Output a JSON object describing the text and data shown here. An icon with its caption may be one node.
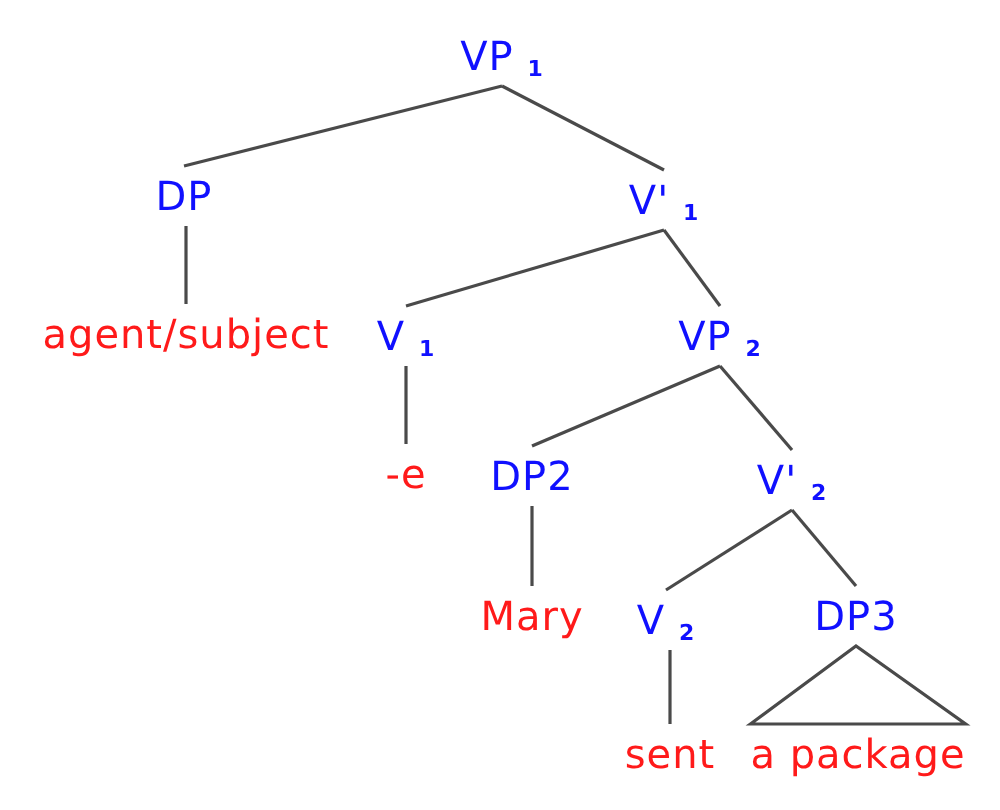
{
  "diagram": {
    "nodes": [
      {
        "text": [
          "VP $_{1}$"
        ]
      },
      {
        "text": [
          "DP"
        ]
      },
      {
        "text": [
          "V' $_{1}$"
        ]
      },
      {
        "text": [
          "agent/subject"
        ]
      },
      {
        "text": [
          "V $_{1}$"
        ]
      },
      {
        "text": [
          "VP $_{2}$"
        ]
      },
      {
        "text": [
          "-e"
        ]
      },
      {
        "text": [
          "DP2"
        ]
      },
      {
        "text": [
          "V' $_{2}$"
        ]
      },
      {
        "text": [
          "Mary"
        ]
      },
      {
        "text": [
          "V $_{2}$"
        ]
      },
      {
        "text": [
          "DP3"
        ]
      },
      {
        "text": [
          "sent"
        ]
      },
      {
        "text": [
          "a package"
        ]
      }
    ],
    "edges": [
      {
        "from": 0,
        "to": 1,
        "arrow": "none"
      },
      {
        "from": 0,
        "to": 2,
        "arrow": "none"
      },
      {
        "from": 1,
        "to": 3,
        "arrow": "none"
      },
      {
        "from": 2,
        "to": 4,
        "arrow": "none"
      },
      {
        "from": 2,
        "to": 5,
        "arrow": "none"
      },
      {
        "from": 4,
        "to": 6,
        "arrow": "none"
      },
      {
        "from": 5,
        "to": 7,
        "arrow": "none"
      },
      {
        "from": 5,
        "to": 8,
        "arrow": "none"
      },
      {
        "from": 7,
        "to": 9,
        "arrow": "none"
      },
      {
        "from": 8,
        "to": 10,
        "arrow": "none"
      },
      {
        "from": 8,
        "to": 11,
        "arrow": "none"
      },
      {
        "from": 10,
        "to": 12,
        "arrow": "none"
      },
      {
        "from": 11,
        "to": 13,
        "arrow": "none"
      }
    ]
  }
}
